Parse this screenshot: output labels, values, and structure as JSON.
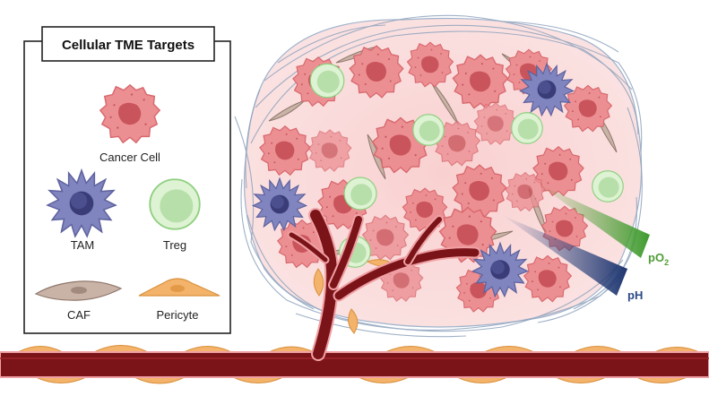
{
  "legend": {
    "title": "Cellular TME Targets",
    "items": [
      {
        "label": "Cancer Cell",
        "icon": "cancer-cell-icon"
      },
      {
        "label": "TAM",
        "icon": "tam-icon"
      },
      {
        "label": "Treg",
        "icon": "treg-icon"
      },
      {
        "label": "CAF",
        "icon": "caf-icon"
      },
      {
        "label": "Pericyte",
        "icon": "pericyte-icon"
      }
    ]
  },
  "gradients": {
    "po2": {
      "label": "pO",
      "sub": "2",
      "color": "#5aa63c"
    },
    "ph": {
      "label": "pH",
      "color": "#2e4a86"
    }
  },
  "colors": {
    "cancer": "#e98a8e",
    "cancer_nucleus": "#c85258",
    "tam": "#7b7fb8",
    "treg": "#d6f0cc",
    "caf": "#c9b2a6",
    "pericyte": "#f3b36a",
    "vessel": "#7a1419",
    "fiber": "#8fa3bd"
  }
}
